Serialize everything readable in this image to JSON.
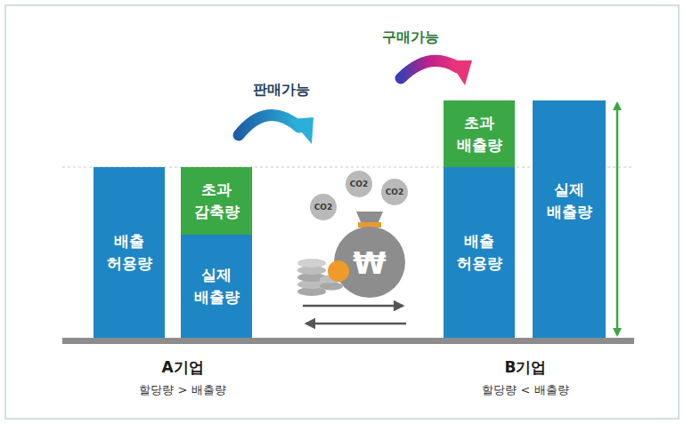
{
  "diagram": {
    "nodes": [
      {
        "text": [
          "배출 허용량"
        ]
      },
      {
        "text": [
          "초과 감축량"
        ]
      },
      {
        "text": [
          "실제 배출량"
        ]
      },
      {
        "text": [
          "초과 배출량"
        ]
      },
      {
        "text": [
          "배출 허용량"
        ]
      },
      {
        "text": [
          "실제 배출량"
        ]
      }
    ],
    "labels": [
      "구매가능",
      "판매가능",
      "CO2",
      "CO2",
      "CO2",
      "₩",
      "A기업",
      "할당량 > 배출량",
      "B기업",
      "할당량 < 배출량"
    ]
  }
}
